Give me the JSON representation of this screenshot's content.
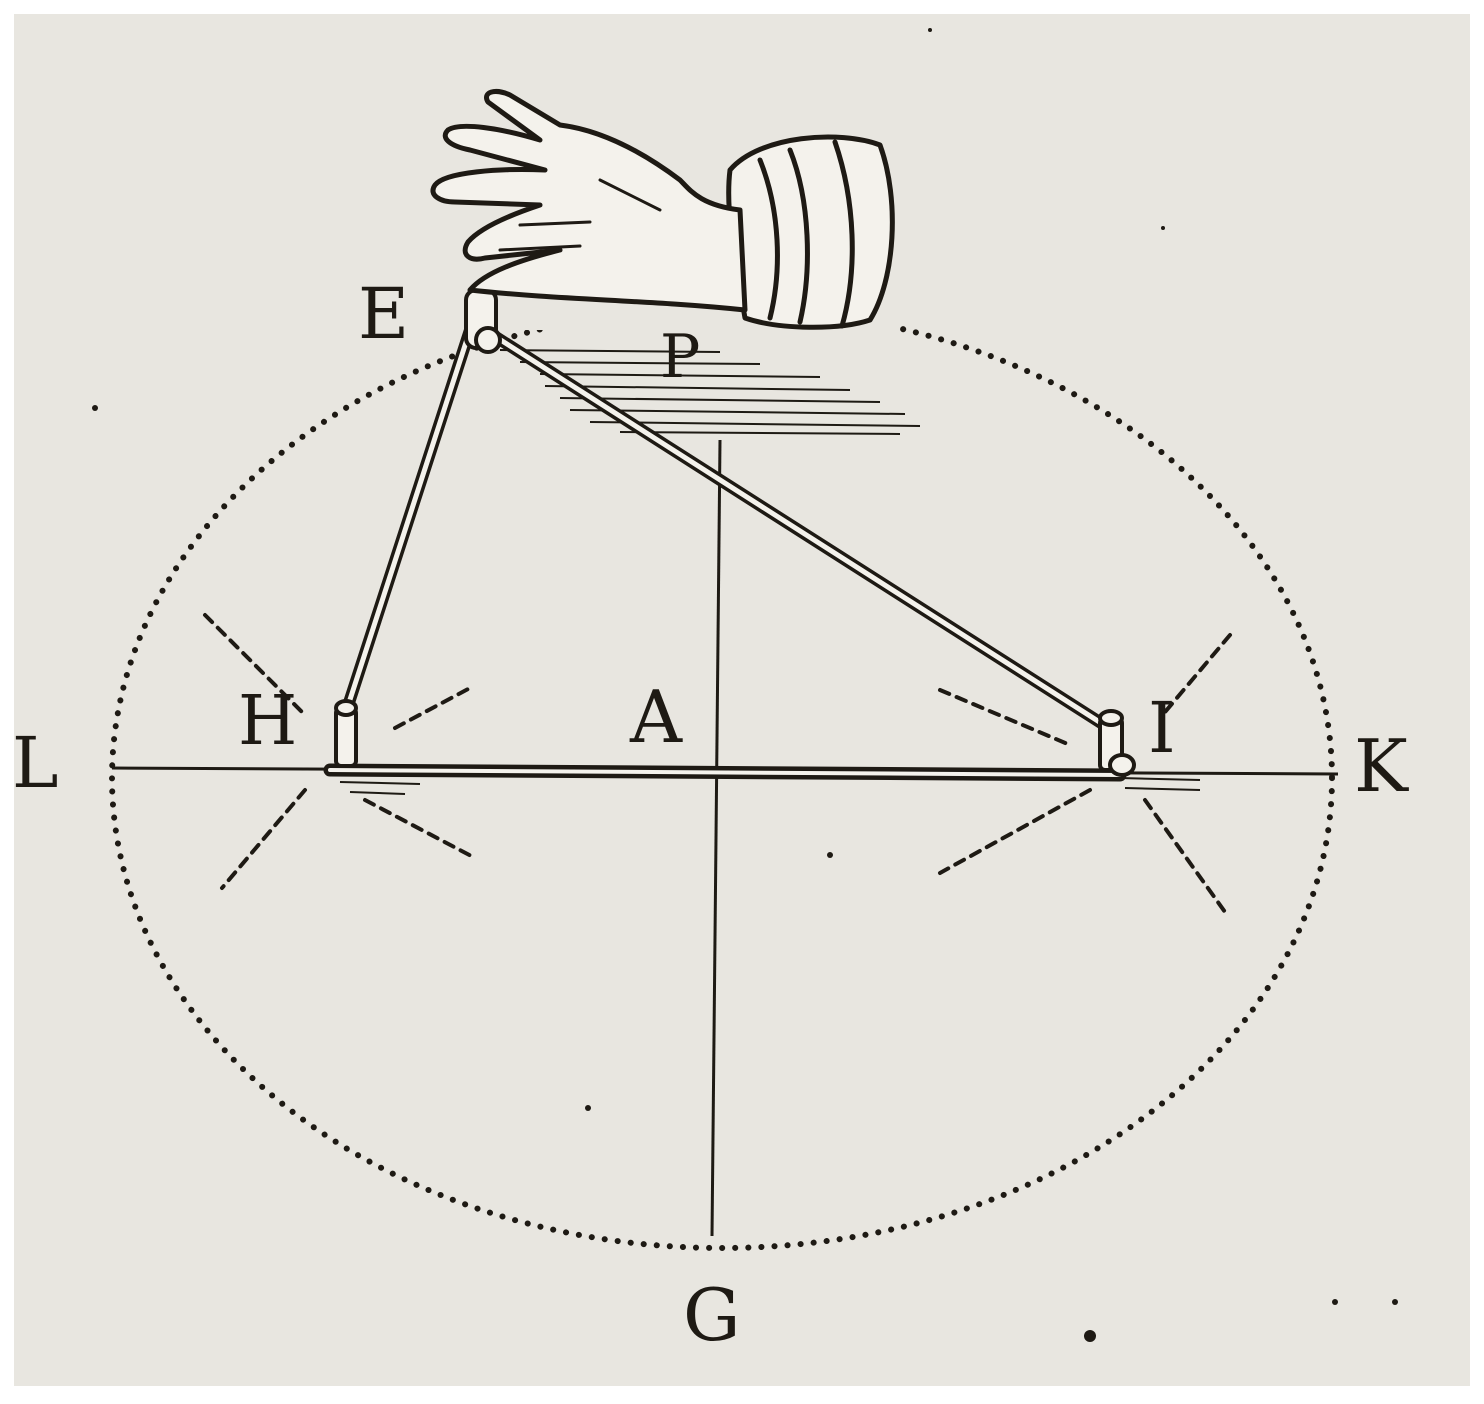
{
  "labels": {
    "e": "E",
    "p": "P",
    "l": "L",
    "h": "H",
    "a": "A",
    "i": "I",
    "k": "K",
    "g": "G"
  },
  "colors": {
    "paper": "#e8e6e0",
    "ink": "#1e1a14",
    "rod_fill": "#f4f2ec"
  }
}
